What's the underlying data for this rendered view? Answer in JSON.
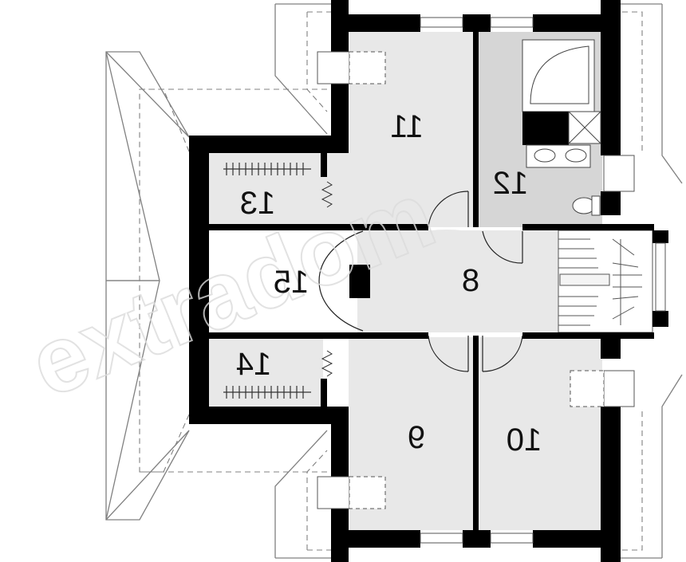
{
  "rooms": {
    "r8": "8",
    "r9": "9",
    "r10": "10",
    "r11": "11",
    "r12": "12",
    "r13": "13",
    "r14": "14",
    "r15": "15"
  },
  "watermark": "extradom",
  "colors": {
    "wall": "#000000",
    "floor": "#e8e8e8",
    "bathroom_floor": "#d6d6d6",
    "roof_line": "#808080",
    "watermark": "#dcdcdc"
  }
}
